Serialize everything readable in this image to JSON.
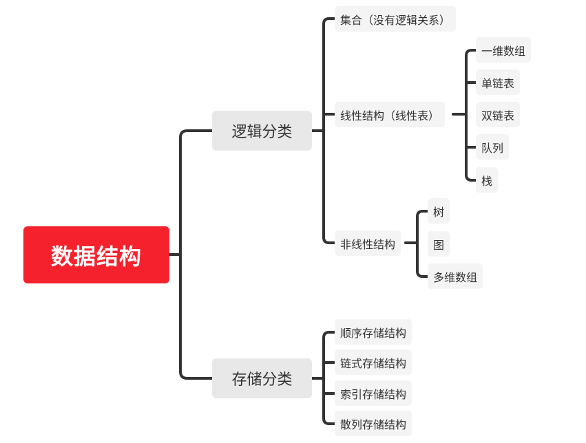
{
  "root": "数据结构",
  "logic": {
    "label": "逻辑分类",
    "set": "集合（没有逻辑关系）",
    "linear": {
      "label": "线性结构（线性表）",
      "items": [
        "一维数组",
        "单链表",
        "双链表",
        "队列",
        "栈"
      ]
    },
    "nonlinear": {
      "label": "非线性结构",
      "items": [
        "树",
        "图",
        "多维数组"
      ]
    }
  },
  "storage": {
    "label": "存储分类",
    "items": [
      "顺序存储结构",
      "链式存储结构",
      "索引存储结构",
      "散列存储结构"
    ]
  }
}
